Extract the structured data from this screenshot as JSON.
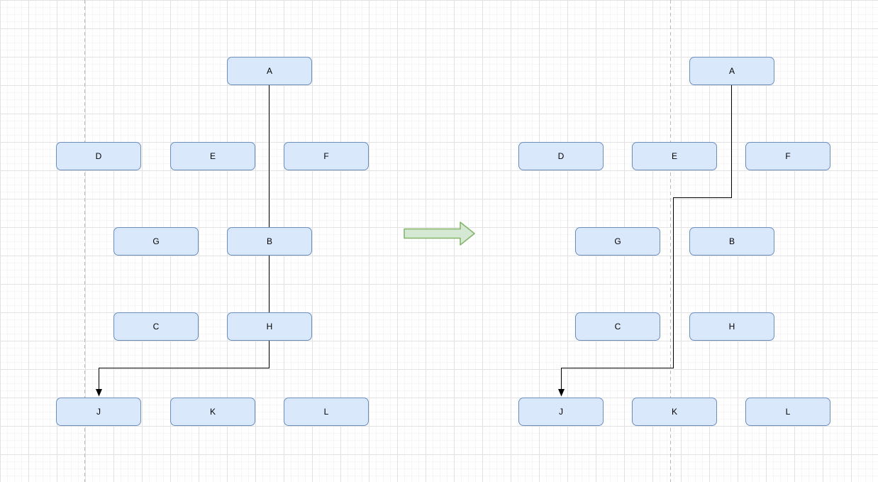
{
  "canvas": {
    "background": "#ffffff",
    "grid_minor_color": "#f5f5f5",
    "grid_major_color": "#e2e2e2",
    "page_guide_color": "#b9b9b9"
  },
  "colors": {
    "node_fill": "#dae8fc",
    "node_border": "#6c8ebf",
    "edge_color": "#000000",
    "transition_arrow_fill": "#d5e8d4",
    "transition_arrow_border": "#82b366"
  },
  "transition": {
    "icon_name": "right-block-arrow-icon"
  },
  "diagrams": {
    "before": {
      "nodes": [
        "A",
        "D",
        "E",
        "F",
        "G",
        "B",
        "C",
        "H",
        "J",
        "K",
        "L"
      ],
      "edge": {
        "from": "A",
        "to": "J"
      }
    },
    "after": {
      "nodes": [
        "A",
        "D",
        "E",
        "F",
        "G",
        "B",
        "C",
        "H",
        "J",
        "K",
        "L"
      ],
      "edge": {
        "from": "A",
        "to": "J"
      }
    }
  }
}
